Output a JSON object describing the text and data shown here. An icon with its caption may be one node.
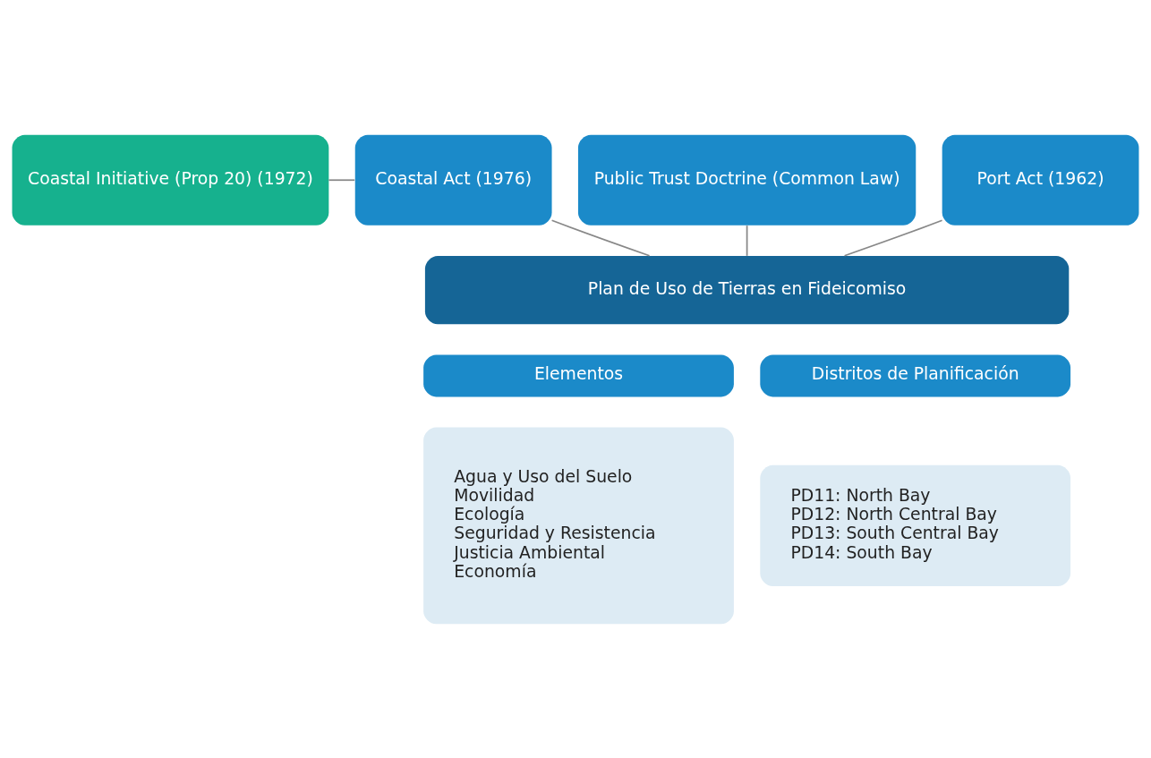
{
  "diagram": {
    "nodes": [
      {
        "text": [
          "Coastal Initiative (Prop 20) (1972)"
        ]
      },
      {
        "text": [
          "Coastal Act (1976)"
        ]
      },
      {
        "text": [
          "Public Trust Doctrine (Common Law)"
        ]
      },
      {
        "text": [
          "Port Act (1962)"
        ]
      },
      {
        "text": [
          "Plan de Uso de Tierras en Fideicomiso"
        ]
      },
      {
        "text": [
          "Elementos"
        ]
      },
      {
        "text": [
          "Agua y Uso del Suelo",
          "Movilidad",
          "Ecología",
          "Seguridad y Resistencia",
          "Justicia Ambiental",
          "Economía"
        ]
      },
      {
        "text": [
          "Distritos de Planificación"
        ]
      },
      {
        "text": [
          "PD11: North Bay",
          "PD12: North Central Bay",
          "PD13: South Central Bay",
          "PD14: South Bay"
        ]
      }
    ],
    "edges": [
      {
        "from": 0,
        "to": 1,
        "arrow": "none"
      },
      {
        "from": 1,
        "to": 4,
        "arrow": "none"
      },
      {
        "from": 2,
        "to": 4,
        "arrow": "none"
      },
      {
        "from": 3,
        "to": 4,
        "arrow": "none"
      }
    ]
  }
}
